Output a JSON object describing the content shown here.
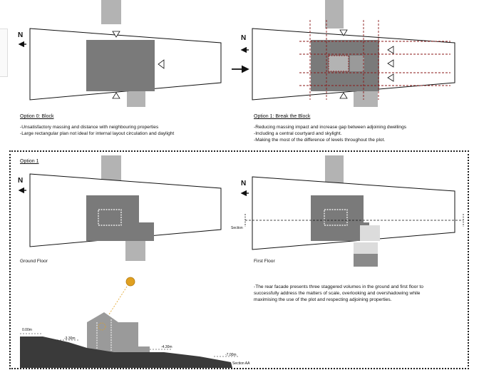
{
  "north_label": "N",
  "option0": {
    "heading": "Option 0: Block",
    "lines": [
      "-Unsatisfactory massing and distance with neighbouring properties",
      "-Large rectangular plan not ideal for internal layout circulation and daylight"
    ]
  },
  "option1_break": {
    "heading": "Option 1: Break the Block",
    "lines": [
      "-Reducing massing impact and increase gap between adjoining dwellings",
      "-Including a central courtyard and skylight.",
      "-Making the most of the difference of levels throughout the plot."
    ]
  },
  "option1": {
    "heading": "Option 1",
    "ground_floor_label": "Ground Floor",
    "first_floor_label": "First Floor",
    "section_marker": "Section",
    "description_lines": [
      "-The rear facade presents three staggered volumes in the ground and first floor to",
      "successfully address the matters of scale, overlooking and overshadowing while",
      "maximising the use of the plot and respecting adjoining properties."
    ]
  },
  "section": {
    "levels": [
      "0.00m",
      "-3.30m",
      "-4.30m",
      "-7.00m"
    ],
    "name": "Section AA"
  },
  "colors": {
    "building": "#7a7a7a",
    "neighbour": "#b3b3b3",
    "ground": "#3a3a3a",
    "sun": "#e0a020",
    "guide_red": "#8b1a1a"
  }
}
